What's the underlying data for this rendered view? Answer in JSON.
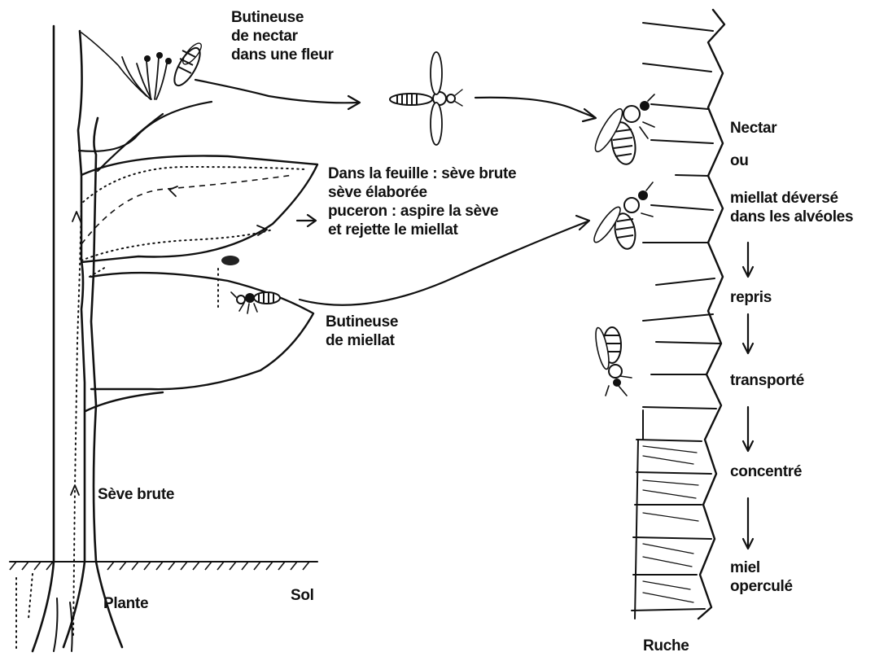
{
  "labels": {
    "forager_nectar": [
      "Butineuse",
      "de nectar",
      "dans une fleur"
    ],
    "leaf": [
      "Dans la feuille : sève brute",
      "sève élaborée",
      "puceron : aspire la sève",
      "et rejette le miellat"
    ],
    "forager_honeydew": [
      "Butineuse",
      "de miellat"
    ],
    "raw_sap": "Sève brute",
    "plant": "Plante",
    "soil": "Sol",
    "hive": "Ruche",
    "nectar": "Nectar",
    "or": "ou",
    "poured": [
      "miellat déversé",
      "dans les alvéoles"
    ],
    "taken_up": "repris",
    "transported": "transporté",
    "concentrated": "concentré",
    "capped_honey": [
      "miel",
      "operculé"
    ]
  }
}
